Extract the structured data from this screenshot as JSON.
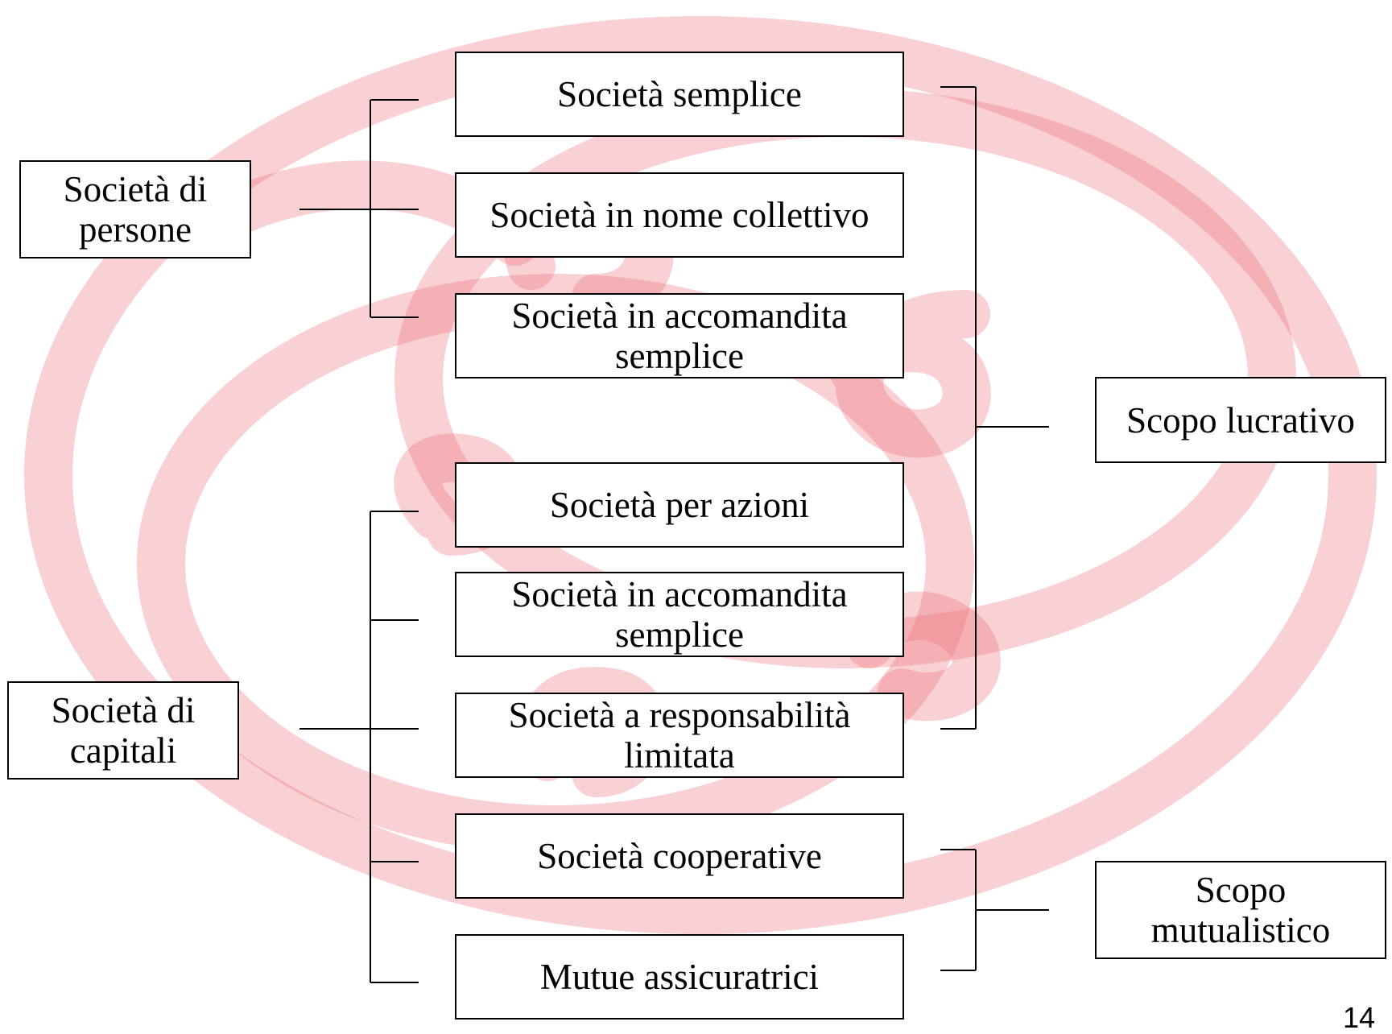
{
  "colors": {
    "watermark": "#ee6f7a",
    "box_border": "#000000",
    "box_fill": "#ffffff",
    "connector": "#000000",
    "text": "#000000"
  },
  "groups": {
    "persone": "Società di\npersone",
    "capitali": "Società di\ncapitali"
  },
  "types": [
    "Società semplice",
    "Società in nome collettivo",
    "Società in accomandita\nsemplice",
    "Società per azioni",
    "Società in accomandita\nsemplice",
    "Società a responsabilità\nlimitata",
    "Società cooperative",
    "Mutue assicuratrici"
  ],
  "purposes": {
    "lucrativo": "Scopo lucrativo",
    "mutualistico": "Scopo\nmutualistico"
  },
  "page_number": "14"
}
